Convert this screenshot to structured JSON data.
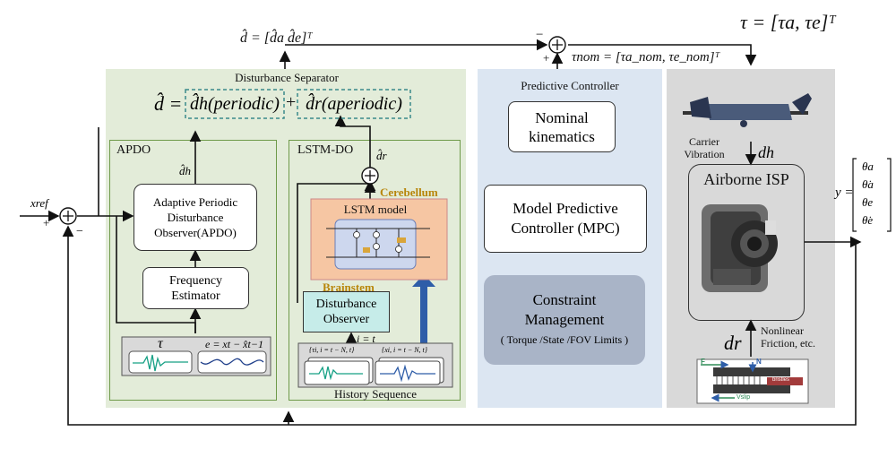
{
  "top": {
    "d_hat_eq": "d̂ = [d̂a  d̂e]ᵀ",
    "minus": "−",
    "plus": "+",
    "tau_eq": "τ = [τa, τe]ᵀ",
    "tau_nom_eq": "τnom = [τa_nom, τe_nom]ᵀ"
  },
  "separator": {
    "title": "Disturbance Separator",
    "d_hat": "d̂ =",
    "periodic": "d̂h(periodic)",
    "plus": "+",
    "aperiodic": "d̂r(aperiodic)"
  },
  "apdo": {
    "title": "APDO",
    "dh_label": "d̂h",
    "observer_line1": "Adaptive Periodic",
    "observer_line2": "Disturbance",
    "observer_line3": "Observer(APDO)",
    "freq_line1": "Frequency",
    "freq_line2": "Estimator",
    "tau_sym": "τ",
    "e_eq": "e = xt − x̂t−1"
  },
  "lstm": {
    "title": "LSTM-DO",
    "dr_label": "d̂r",
    "cerebellum": "Cerebellum",
    "model": "LSTM model",
    "brainstem": "Brainstem",
    "obs_line1": "Disturbance",
    "obs_line2": "Observer",
    "i_eq": "i = t",
    "hist1": "{τi, i = t − N, t}",
    "hist2": "{xi, i = t − N, t}",
    "history": "History Sequence"
  },
  "input": {
    "xref": "xref",
    "plus": "+",
    "minus": "−"
  },
  "predictive": {
    "title": "Predictive Controller",
    "nominal_line1": "Nominal",
    "nominal_line2": "kinematics",
    "mpc_line1": "Model Predictive",
    "mpc_line2": "Controller (MPC)",
    "constraint_line1": "Constraint",
    "constraint_line2": "Management",
    "constraint_line3": "( Torque /State /FOV Limits )"
  },
  "plant": {
    "carrier_line1": "Carrier",
    "carrier_line2": "Vibration",
    "dh": "dh",
    "isp": "Airborne ISP",
    "dr": "dr",
    "friction_line1": "Nonlinear",
    "friction_line2": "Friction, etc.",
    "y_eq": "y =",
    "y_vec": [
      "θa",
      "θ̇a",
      "θe",
      "θ̇e"
    ],
    "fric_F": "F",
    "fric_N": "N",
    "fric_bristles": "bristles",
    "fric_v": "Vslip"
  },
  "colors": {
    "green_panel": "#e3ecd9",
    "blue_panel": "#dce6f2",
    "gray_panel": "#d9d9d9",
    "green_border": "#6f9a4a",
    "lstm_fill": "#f6c6a3",
    "teal_box": "#c6ece9",
    "gold_text": "#b8860b",
    "dark_blue_arrow": "#2e5da8",
    "constraint_box": "#a9b4c7"
  }
}
